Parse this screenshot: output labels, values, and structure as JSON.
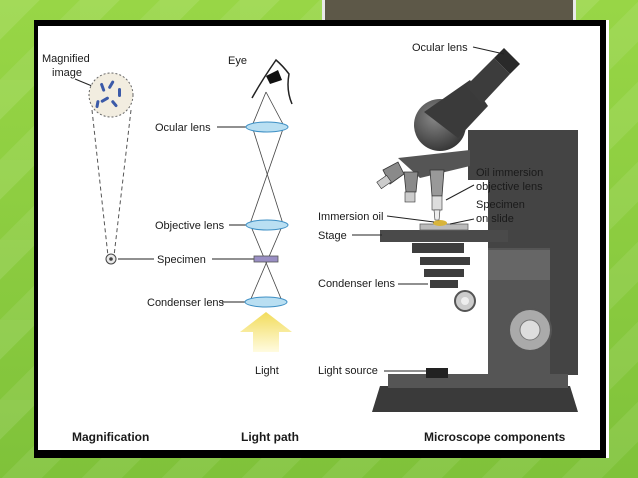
{
  "colors": {
    "background": "#8fcf3c",
    "lens": "#b9dff2",
    "lens_stroke": "#3d8fc4",
    "light_arrow": "#f4e27a",
    "microscope_body": "#444444"
  },
  "magnification": {
    "label_line1": "Magnified",
    "label_line2": "image",
    "caption": "Magnification"
  },
  "light_path": {
    "eye_label": "Eye",
    "ocular_label": "Ocular lens",
    "objective_label": "Objective lens",
    "specimen_label": "Specimen",
    "condenser_label": "Condenser lens",
    "light_label": "Light",
    "caption": "Light path"
  },
  "components": {
    "ocular_label": "Ocular lens",
    "oil_objective_line1": "Oil immersion",
    "oil_objective_line2": "objective lens",
    "specimen_line1": "Specimen",
    "specimen_line2": "on slide",
    "immersion_oil_label": "Immersion oil",
    "stage_label": "Stage",
    "condenser_label": "Condenser lens",
    "light_source_label": "Light source",
    "caption": "Microscope components"
  }
}
